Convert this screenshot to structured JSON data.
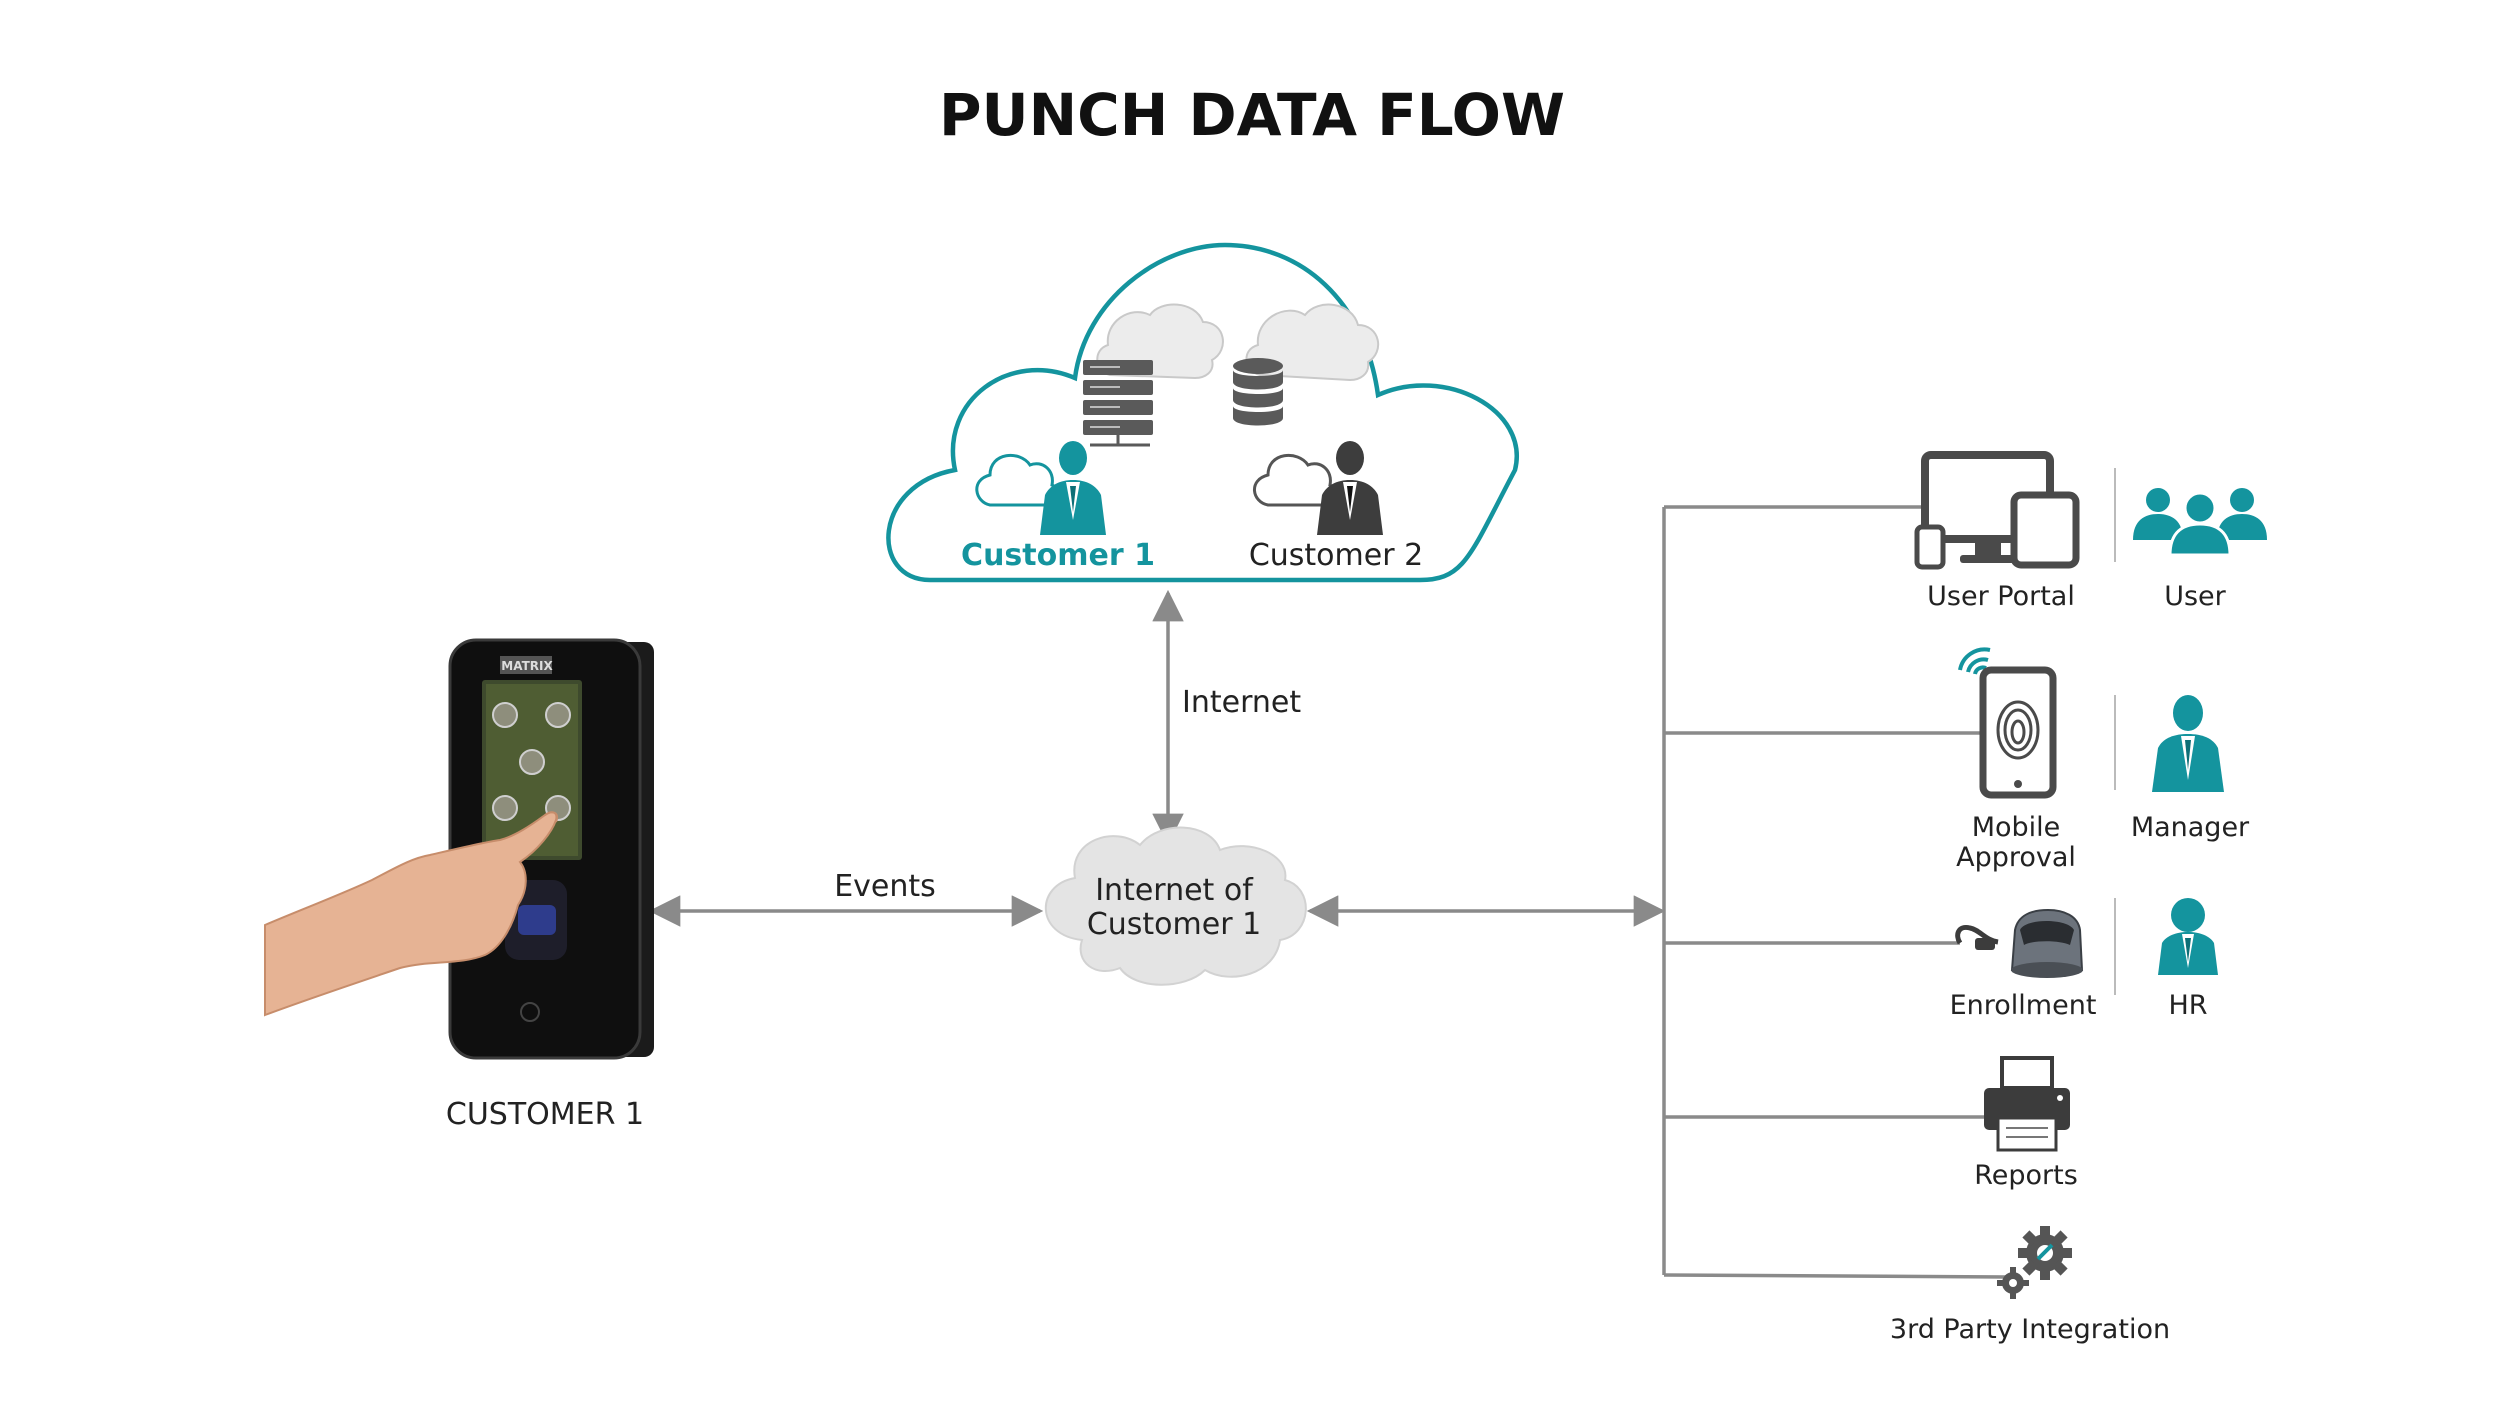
{
  "title": "PUNCH DATA FLOW",
  "colors": {
    "accent": "#14949e",
    "dark": "#3d3d3d",
    "line": "#8a8a8a",
    "cloud": "#e9e9e9"
  },
  "cloud_group": {
    "icons": [
      "server-rack-icon",
      "database-icon",
      "customer-user-icon"
    ],
    "customer1_label": "Customer 1",
    "customer2_label": "Customer 2"
  },
  "device": {
    "label": "CUSTOMER 1",
    "brand": "MATRIX",
    "icons": [
      "biometric-terminal-icon",
      "hand-pointing-icon"
    ]
  },
  "links": {
    "internet_label": "Internet",
    "events_label": "Events"
  },
  "internet_cloud": {
    "line1": "Internet of",
    "line2": "Customer 1"
  },
  "endpoints": [
    {
      "label": "User Portal",
      "icon": "multi-device-icon",
      "role": "User",
      "role_icon": "user-group-icon"
    },
    {
      "label_line1": "Mobile",
      "label_line2": "Approval",
      "icon": "mobile-fingerprint-icon",
      "role": "Manager",
      "role_icon": "manager-icon"
    },
    {
      "label": "Enrollment",
      "icon": "fingerprint-reader-icon",
      "role": "HR",
      "role_icon": "hr-icon"
    },
    {
      "label": "Reports",
      "icon": "printer-icon"
    },
    {
      "label": "3rd Party Integration",
      "icon": "gears-icon"
    }
  ]
}
